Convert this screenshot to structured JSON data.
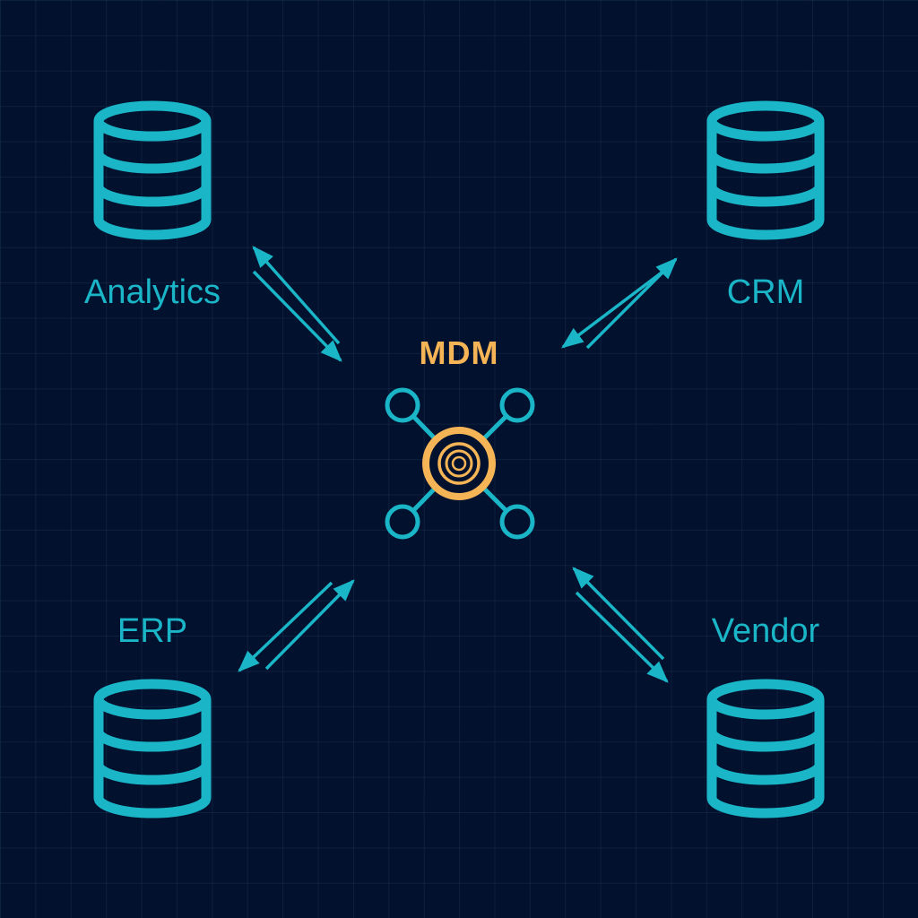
{
  "colors": {
    "background": "#02112d",
    "accent": "#1ab6c8",
    "hub": "#f5b455"
  },
  "hub": {
    "label": "MDM",
    "icon": "network-hub-icon"
  },
  "systems": {
    "analytics": {
      "label": "Analytics",
      "icon": "database-icon"
    },
    "crm": {
      "label": "CRM",
      "icon": "database-icon"
    },
    "erp": {
      "label": "ERP",
      "icon": "database-icon"
    },
    "vendor": {
      "label": "Vendor",
      "icon": "database-icon"
    }
  },
  "connections": [
    {
      "from": "analytics",
      "to": "hub",
      "direction": "bidirectional"
    },
    {
      "from": "crm",
      "to": "hub",
      "direction": "bidirectional"
    },
    {
      "from": "erp",
      "to": "hub",
      "direction": "bidirectional"
    },
    {
      "from": "vendor",
      "to": "hub",
      "direction": "bidirectional"
    }
  ]
}
